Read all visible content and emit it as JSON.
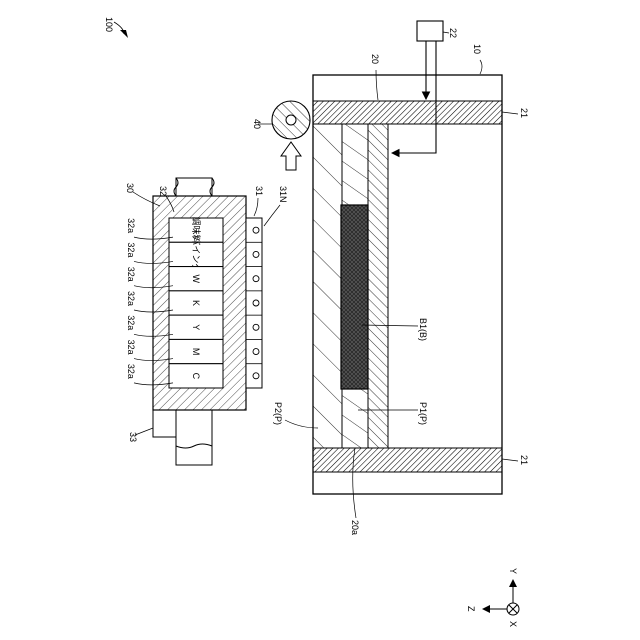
{
  "figure": {
    "ref_device": "100",
    "ref_stage": "10",
    "ref_platen": "20",
    "ref_platen_edge": "20a",
    "ref_clamp_top": "21",
    "ref_clamp_bottom": "21",
    "ref_actuator": "22",
    "ref_head_unit": "30",
    "ref_head_block": "32",
    "ref_head_rail": "31",
    "ref_nozzle": "31N",
    "ref_head_motor": "33",
    "ref_roller": "40",
    "label_b1": "B1(B)",
    "label_p1": "P1(P)",
    "label_p2": "P2(P)",
    "nozzle_label": "32a",
    "heads": [
      "調味料",
      "バインダ",
      "W",
      "K",
      "Y",
      "M",
      "C"
    ],
    "axis_y": "Y",
    "axis_z": "Z",
    "axis_x": "X"
  }
}
